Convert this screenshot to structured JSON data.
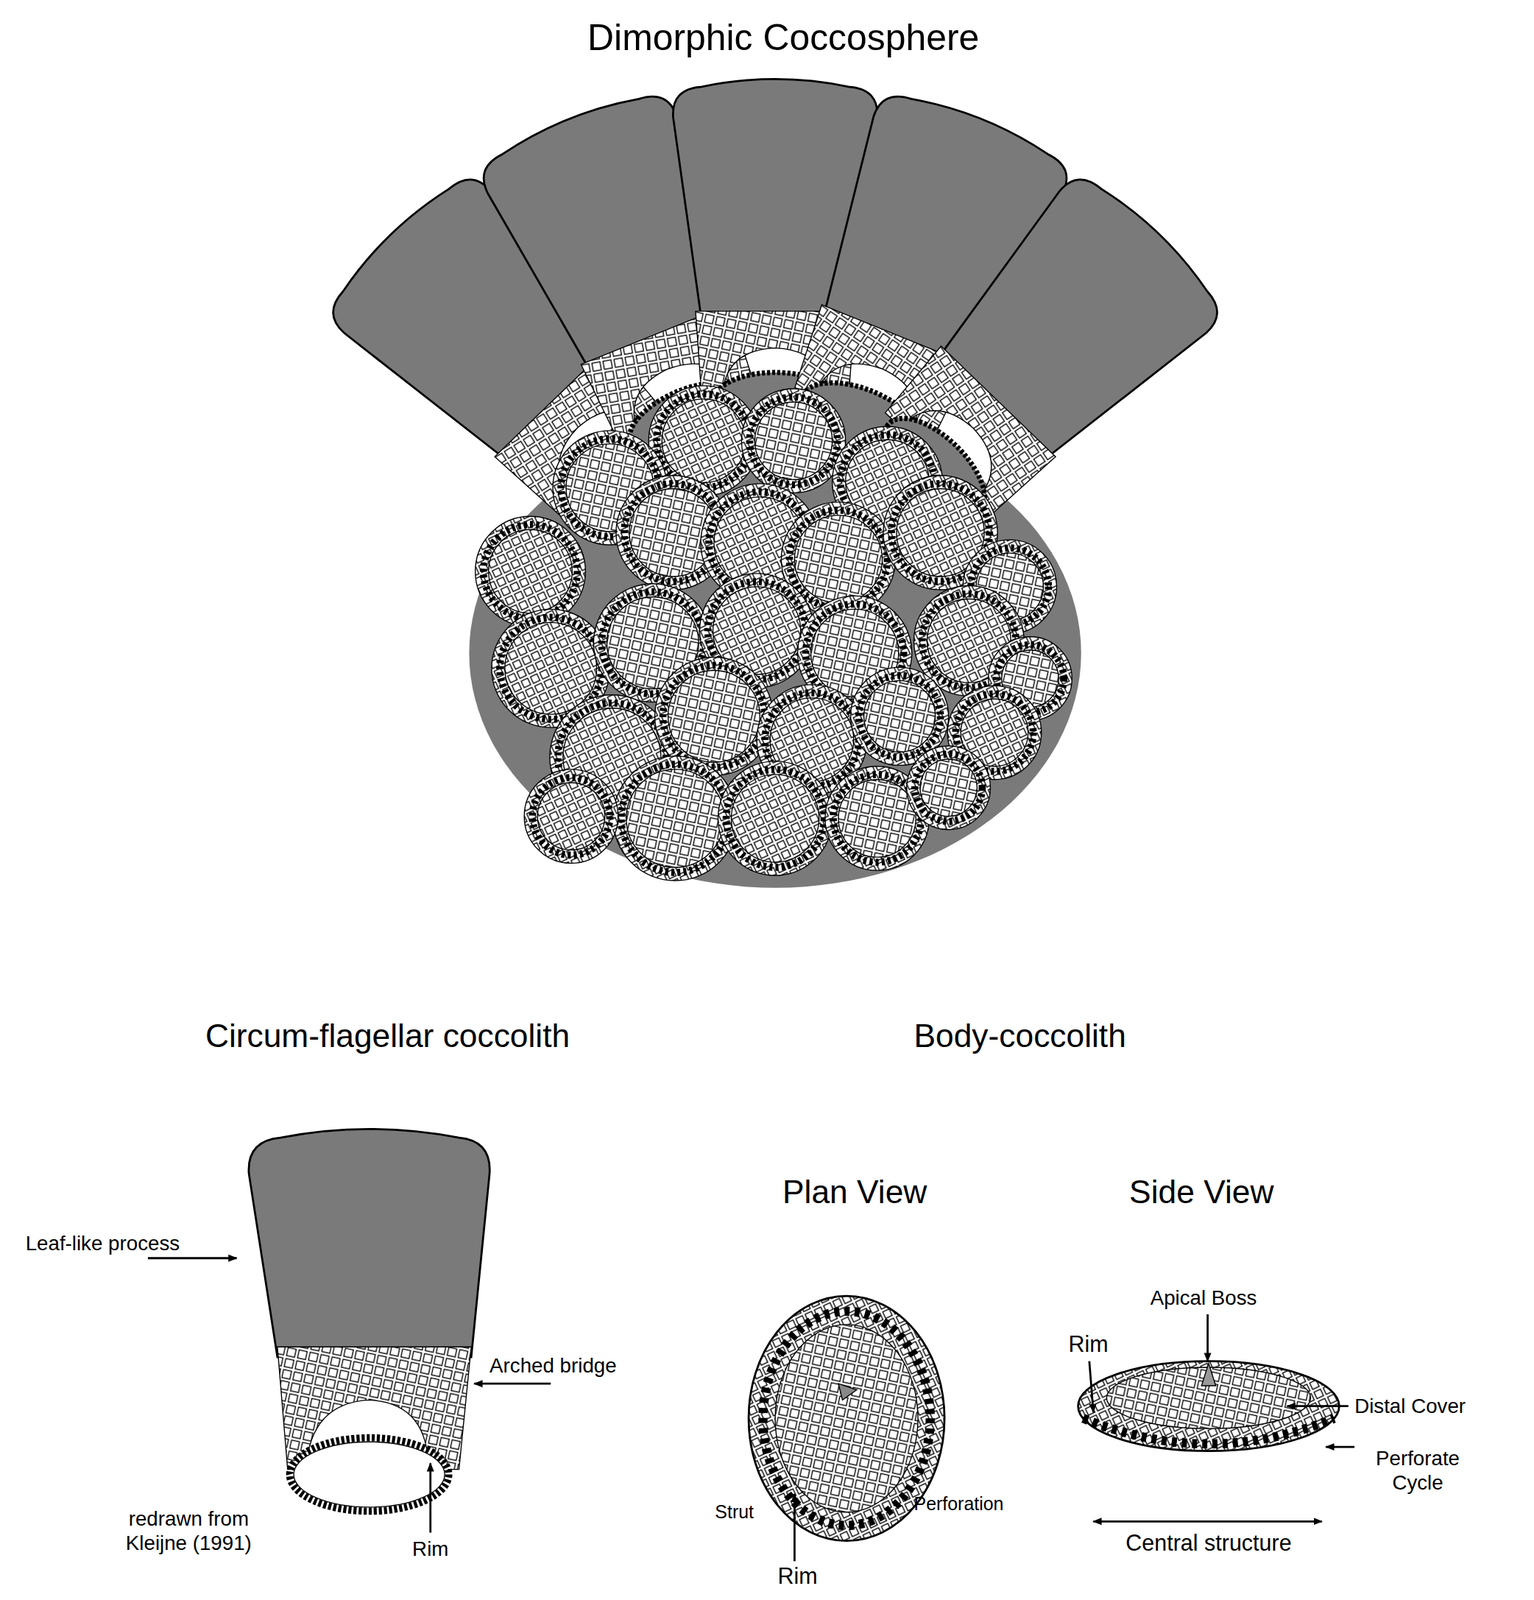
{
  "diagram": {
    "title": "Dimorphic Coccosphere",
    "labels": [
      "Circum-flagellar coccolith",
      "Body-coccolith",
      "Leaf-like process",
      "Arched bridge",
      "redrawn from Kleijne (1991)",
      "Rim",
      "Plan View",
      "Side View",
      "Apical Boss",
      "Rim",
      "Distal Cover",
      "Strut",
      "Perforation",
      "Perforate Cycle",
      "Rim",
      "Central structure"
    ]
  }
}
